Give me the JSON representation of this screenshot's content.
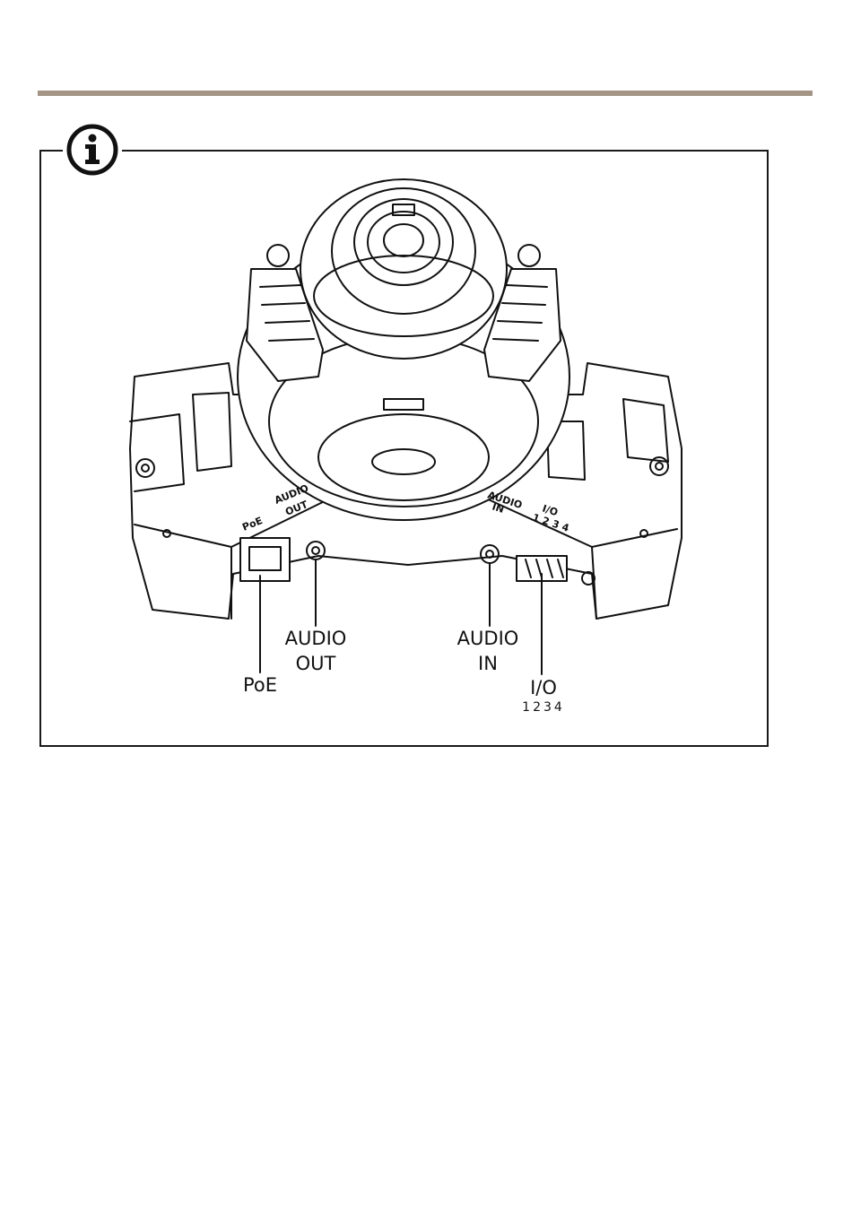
{
  "colors": {
    "rule": "#a39486",
    "line": "#111111"
  },
  "icons": {
    "info": "info-icon"
  },
  "callouts": {
    "poe": "PoE",
    "audio_out_line1": "AUDIO",
    "audio_out_line2": "OUT",
    "audio_in_line1": "AUDIO",
    "audio_in_line2": "IN",
    "io": "I/O",
    "io_pins": "1234"
  },
  "body_labels": {
    "poe": "PoE",
    "audio_out_line1": "AUDIO",
    "audio_out_line2": "OUT",
    "audio_in_line1": "AUDIO",
    "audio_in_line2": "IN",
    "io": "I/O",
    "io_pins": "1 2 3 4"
  }
}
